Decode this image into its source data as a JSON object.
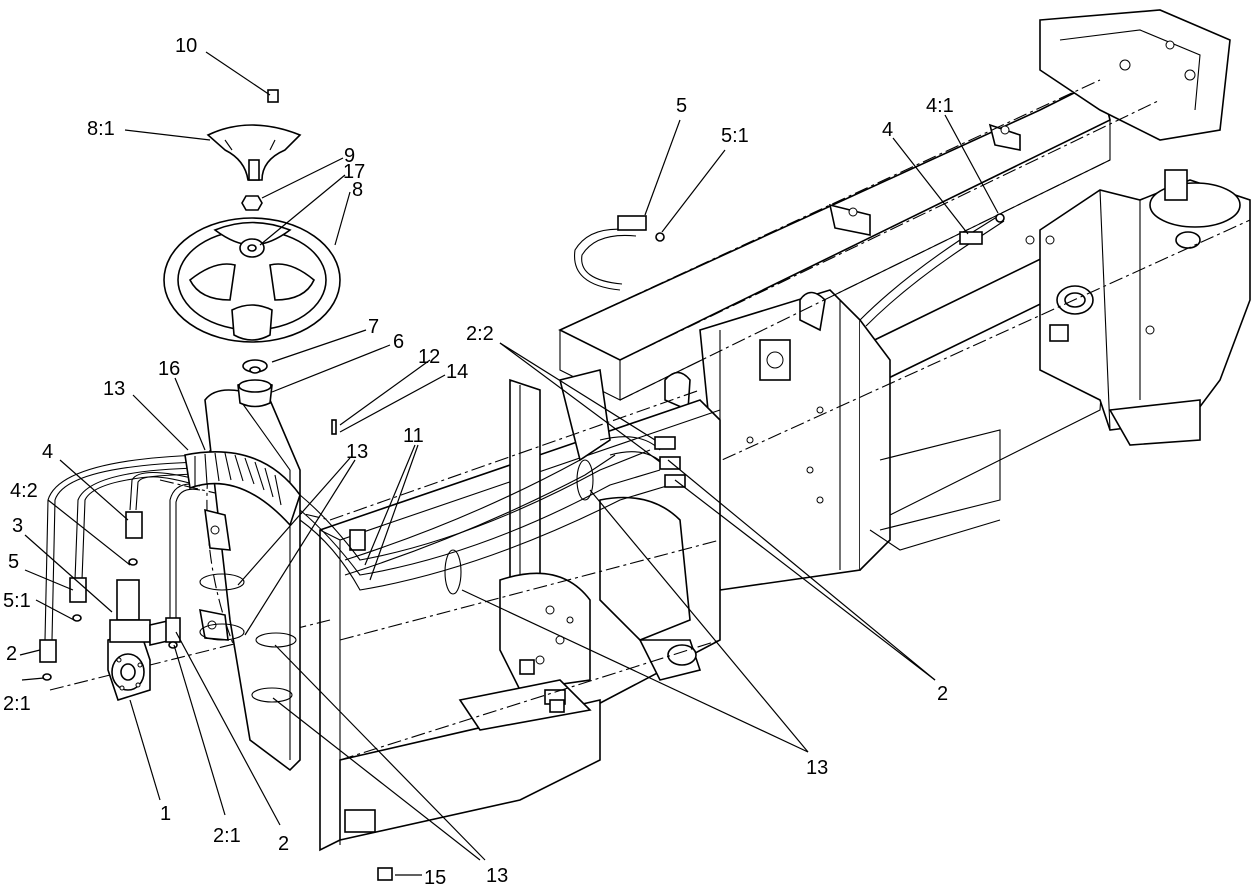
{
  "callouts": [
    {
      "id": "c-10",
      "label": "10"
    },
    {
      "id": "c-8-1",
      "label": "8:1"
    },
    {
      "id": "c-9",
      "label": "9"
    },
    {
      "id": "c-17",
      "label": "17"
    },
    {
      "id": "c-8",
      "label": "8"
    },
    {
      "id": "c-7",
      "label": "7"
    },
    {
      "id": "c-6",
      "label": "6"
    },
    {
      "id": "c-12",
      "label": "12"
    },
    {
      "id": "c-14",
      "label": "14"
    },
    {
      "id": "c-13-a",
      "label": "13"
    },
    {
      "id": "c-16",
      "label": "16"
    },
    {
      "id": "c-13-b",
      "label": "13"
    },
    {
      "id": "c-11",
      "label": "11"
    },
    {
      "id": "c-4-a",
      "label": "4"
    },
    {
      "id": "c-4-2",
      "label": "4:2"
    },
    {
      "id": "c-3",
      "label": "3"
    },
    {
      "id": "c-5-a",
      "label": "5"
    },
    {
      "id": "c-5-1-a",
      "label": "5:1"
    },
    {
      "id": "c-2-a",
      "label": "2"
    },
    {
      "id": "c-2-1-a",
      "label": "2:1"
    },
    {
      "id": "c-1",
      "label": "1"
    },
    {
      "id": "c-2-1-b",
      "label": "2:1"
    },
    {
      "id": "c-2-b",
      "label": "2"
    },
    {
      "id": "c-13-c",
      "label": "13"
    },
    {
      "id": "c-15",
      "label": "15"
    },
    {
      "id": "c-13-d",
      "label": "13"
    },
    {
      "id": "c-2-c",
      "label": "2"
    },
    {
      "id": "c-2-2",
      "label": "2:2"
    },
    {
      "id": "c-5-b",
      "label": "5"
    },
    {
      "id": "c-5-1-b",
      "label": "5:1"
    },
    {
      "id": "c-4-b",
      "label": "4"
    },
    {
      "id": "c-4-1",
      "label": "4:1"
    }
  ]
}
